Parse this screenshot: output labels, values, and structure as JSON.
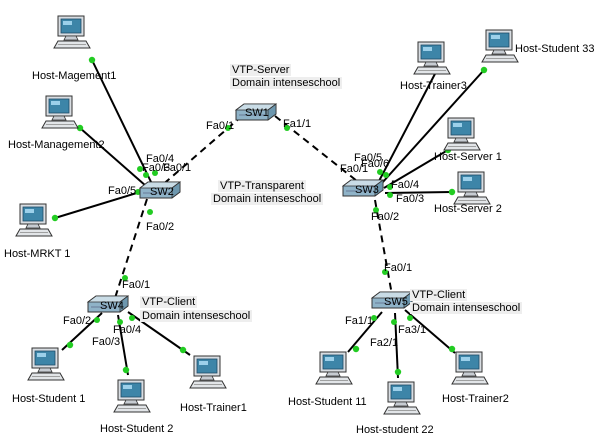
{
  "hosts": [
    {
      "id": "host-magement1",
      "label": "Host-Magement1"
    },
    {
      "id": "host-management2",
      "label": "Host-Management2"
    },
    {
      "id": "host-mrkt1",
      "label": "Host-MRKT 1"
    },
    {
      "id": "host-student1",
      "label": "Host-Student 1"
    },
    {
      "id": "host-student2",
      "label": "Host-Student 2"
    },
    {
      "id": "host-trainer1",
      "label": "Host-Trainer1"
    },
    {
      "id": "host-trainer3",
      "label": "Host-Trainer3"
    },
    {
      "id": "host-student33",
      "label": "Host-Student 33"
    },
    {
      "id": "host-server1",
      "label": "Host-Server 1"
    },
    {
      "id": "host-server2",
      "label": "Host-Server 2"
    },
    {
      "id": "host-student11",
      "label": "Host-Student 11"
    },
    {
      "id": "host-student22",
      "label": "Host-student 22"
    },
    {
      "id": "host-trainer2",
      "label": "Host-Trainer2"
    }
  ],
  "switches": {
    "sw1": {
      "label": "SW1",
      "role": "VTP-Server",
      "domain": "Domain  intenseschool"
    },
    "sw2": {
      "label": "SW2",
      "role": "VTP-Transparent",
      "domain": "Domain  intenseschool"
    },
    "sw3": {
      "label": "SW3"
    },
    "sw4": {
      "label": "SW4",
      "role": "VTP-Client",
      "domain": "Domain intenseschool"
    },
    "sw5": {
      "label": "SW5",
      "role": "VTP-Client",
      "domain": "Domain  intenseschool"
    }
  },
  "ports": {
    "sw1_left": "Fa0/1",
    "sw1_right": "Fa1/1",
    "sw2_up1": "Fa0/4",
    "sw2_up2": "Fa0/3",
    "sw2_up3": "Fa0/1",
    "sw2_left": "Fa0/5",
    "sw2_down": "Fa0/2",
    "sw3_up1": "Fa0/5",
    "sw3_up2": "Fa0/6",
    "sw3_left": "Fa0/1",
    "sw3_r1": "Fa0/4",
    "sw3_r2": "Fa0/3",
    "sw3_down": "Fa0/2",
    "sw4_up": "Fa0/1",
    "sw4_l": "Fa0/2",
    "sw4_m": "Fa0/3",
    "sw4_r": "Fa0/4",
    "sw5_up": "Fa0/1",
    "sw5_l": "Fa1/1",
    "sw5_m": "Fa2/1",
    "sw5_r": "Fa3/1"
  }
}
